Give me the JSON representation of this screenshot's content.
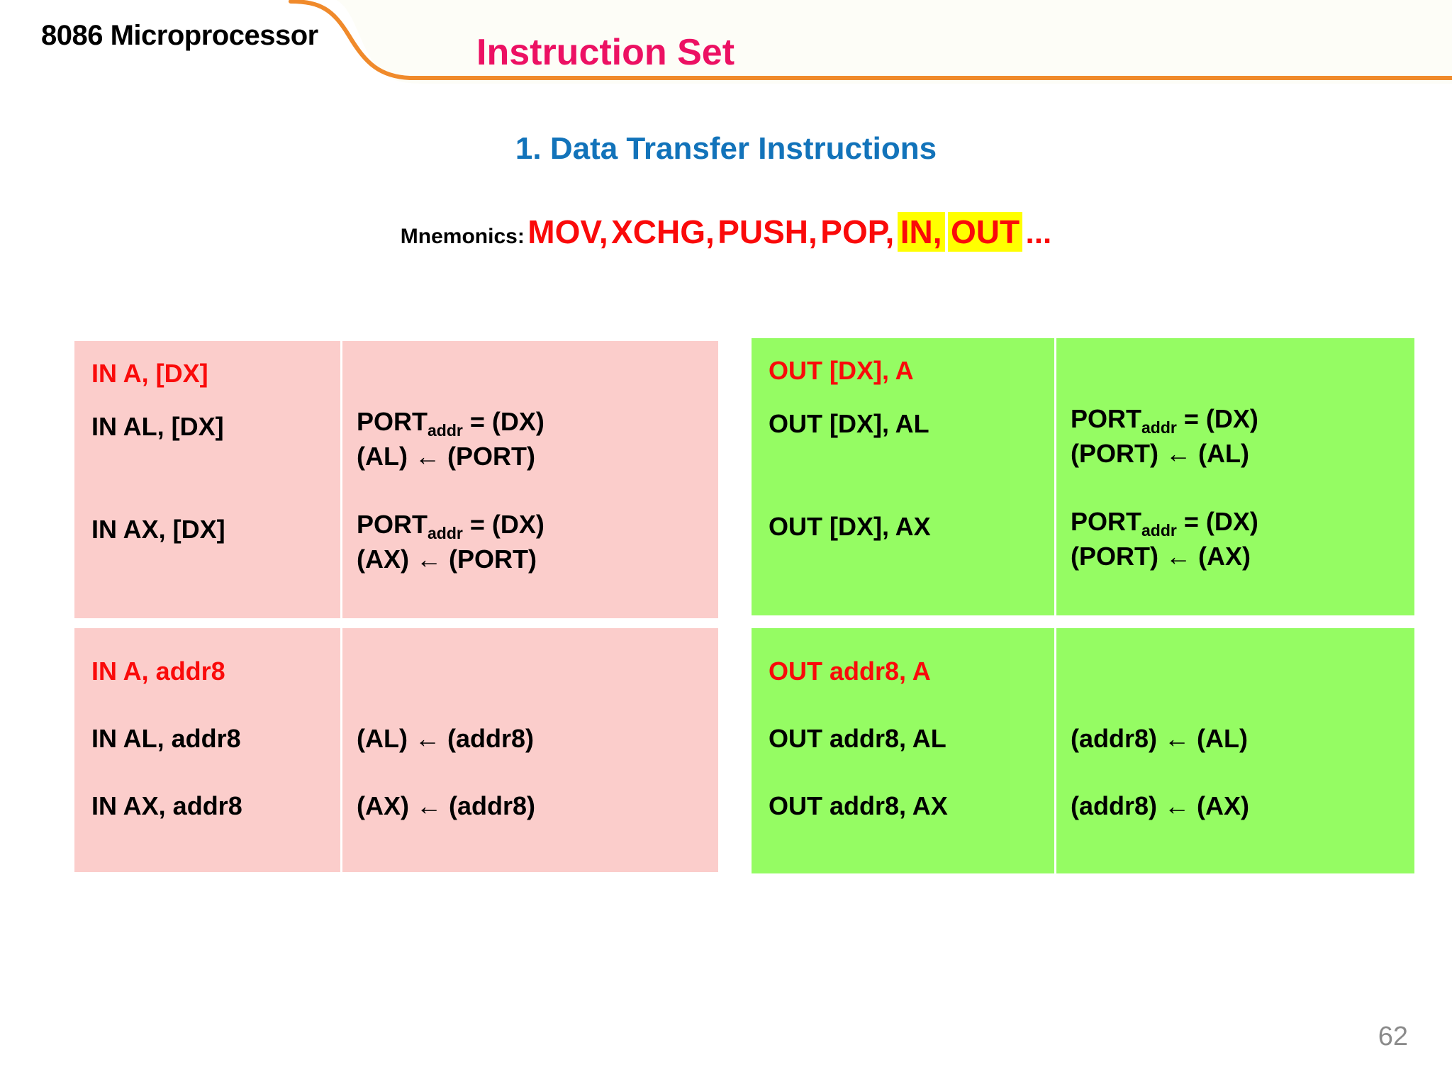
{
  "header": {
    "kicker": "8086 Microprocessor",
    "title": "Instruction Set",
    "accent_color": "#f08a2b",
    "title_color": "#ec1163"
  },
  "section": {
    "heading": "1. Data Transfer Instructions",
    "heading_color": "#1273ba"
  },
  "mnemonics": {
    "label": "Mnemonics:",
    "items": [
      {
        "text": "MOV,",
        "highlighted": false
      },
      {
        "text": "XCHG,",
        "highlighted": false
      },
      {
        "text": "PUSH,",
        "highlighted": false
      },
      {
        "text": "POP,",
        "highlighted": false
      },
      {
        "text": "IN,",
        "highlighted": true
      },
      {
        "text": "OUT",
        "highlighted": true
      }
    ],
    "ellipsis": "...",
    "text_color": "#fa0a0a",
    "highlight_color": "#ffff00"
  },
  "tables": {
    "in_dx": {
      "bg_color": "#fbcdcb",
      "title": "IN A, [DX]",
      "rows": [
        {
          "instruction": "IN AL, [DX]",
          "op_line1_pre": "PORT",
          "op_line1_sub": "addr",
          "op_line1_post": " = (DX)",
          "op_line2": "(AL) ← (PORT)"
        },
        {
          "instruction": "IN AX, [DX]",
          "op_line1_pre": "PORT",
          "op_line1_sub": "addr",
          "op_line1_post": " = (DX)",
          "op_line2": "(AX) ← (PORT)"
        }
      ]
    },
    "out_dx": {
      "bg_color": "#95fc63",
      "title": "OUT [DX], A",
      "rows": [
        {
          "instruction": "OUT [DX], AL",
          "op_line1_pre": "PORT",
          "op_line1_sub": "addr",
          "op_line1_post": " = (DX)",
          "op_line2": "(PORT) ← (AL)"
        },
        {
          "instruction": "OUT [DX], AX",
          "op_line1_pre": "PORT",
          "op_line1_sub": "addr",
          "op_line1_post": " = (DX)",
          "op_line2": "(PORT) ← (AX)"
        }
      ]
    },
    "in_addr8": {
      "bg_color": "#fbcdcb",
      "title": "IN A, addr8",
      "rows": [
        {
          "instruction": "IN AL, addr8",
          "operation": "(AL) ← (addr8)"
        },
        {
          "instruction": "IN AX, addr8",
          "operation": "(AX) ← (addr8)"
        }
      ]
    },
    "out_addr8": {
      "bg_color": "#95fc63",
      "title": "OUT addr8, A",
      "rows": [
        {
          "instruction": "OUT addr8, AL",
          "operation": "(addr8) ←  (AL)"
        },
        {
          "instruction": "OUT addr8, AX",
          "operation": "(addr8) ←  (AX)"
        }
      ]
    }
  },
  "footer": {
    "page_number": "62",
    "page_number_color": "#8b8b8b"
  }
}
